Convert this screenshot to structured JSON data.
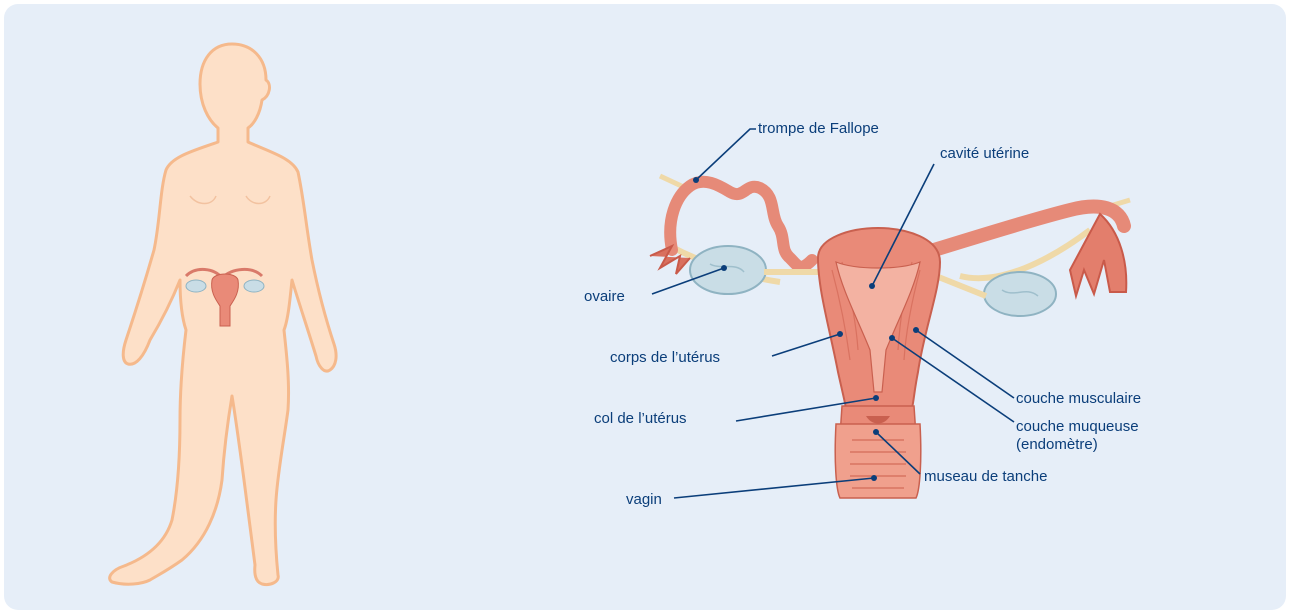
{
  "labels": {
    "trompe": "trompe de Fallope",
    "cavite": "cavité utérine",
    "ovaire": "ovaire",
    "corps": "corps de l’utérus",
    "col": "col de l’utérus",
    "vagin": "vagin",
    "musculaire": "couche musculaire",
    "muqueuse_1": "couche muqueuse",
    "muqueuse_2": "(endomètre)",
    "museau": "museau de tanche"
  },
  "colors": {
    "background": "#e6eef8",
    "leader_line": "#0b3e7a",
    "label_text": "#0b3e7a",
    "body_fill": "#fde0c8",
    "body_outline": "#f5b98c",
    "tissue": "#e98a78",
    "ovary": "#c9dde6"
  }
}
